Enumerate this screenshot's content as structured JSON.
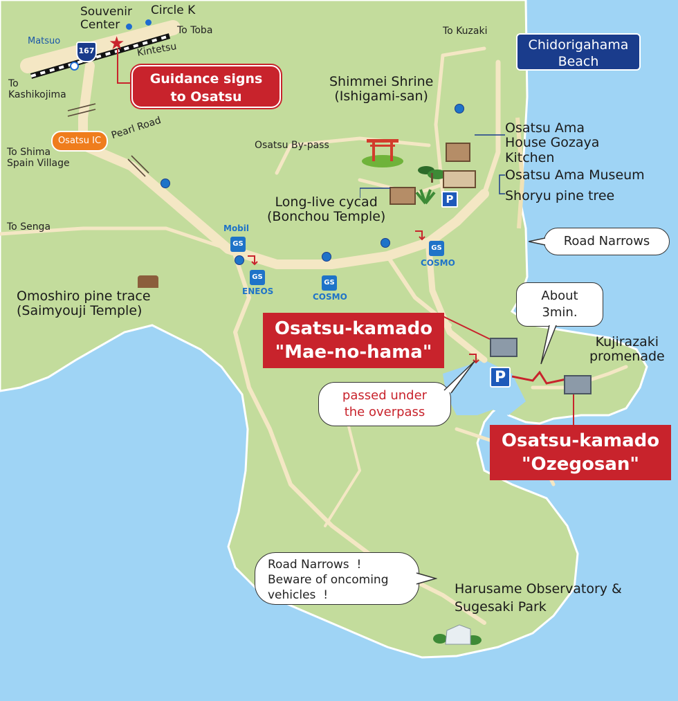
{
  "colors": {
    "sea": "#9fd4f5",
    "land": "#c3dc9c",
    "land_dark_edge": "#ffffff",
    "road": "#f4e7c4",
    "accent_red": "#c8232c",
    "beach_navy": "#1a3c8c",
    "ic_orange": "#ef7d1d",
    "gas_blue": "#1e73c8"
  },
  "north": {
    "souvenir_center": "Souvenir\nCenter",
    "circle_k": "Circle K",
    "to_toba": "To Toba",
    "matsuo": "Matsuo",
    "route_number": "167",
    "kintetsu": "Kintetsu",
    "to_kashikojima": "To\nKashikojima",
    "guidance_signs": "Guidance signs\nto Osatsu",
    "osatsu_ic": "Osatsu IC",
    "pearl_road": "Pearl Road",
    "to_shima_spain_village": "To Shima\nSpain Village",
    "to_kuzaki": "To Kuzaki",
    "chidorigahama_beach": "Chidorigahama\nBeach"
  },
  "central": {
    "shinmei_shrine": "Shimmei Shrine\n(Ishigami-san)",
    "osatsu_bypass": "Osatsu By-pass",
    "gozaya": "Osatsu Ama\nHouse Gozaya\nKitchen",
    "ama_museum": "Osatsu Ama Museum",
    "shoryu_pine": "Shoryu pine tree",
    "long_live_cycad": "Long-live cycad\n(Bonchou Temple)",
    "to_senga": "To Senga",
    "mobil": "Mobil",
    "eneos": "ENEOS",
    "cosmo_1": "COSMO",
    "cosmo_2": "COSMO",
    "gs_icon_text": "GS",
    "parking_icon_text": "P",
    "road_narrows_1": "Road Narrows",
    "omoshiro_pine": "Omoshiro pine trace\n(Saimyouji Temple)"
  },
  "south": {
    "about_3min": "About\n3min.",
    "kujirazaki": "Kujirazaki\npromenade",
    "mae_no_hama": "Osatsu-kamado\n\"Mae-no-hama\"",
    "passed_under": "passed under\nthe overpass",
    "ozegosan": "Osatsu-kamado\n\"Ozegosan\"",
    "road_narrows_2": "Road Narrows  !\nBeware of oncoming\nvehicles  !",
    "harusame": "Harusame Observatory &\nSugesaki Park"
  }
}
